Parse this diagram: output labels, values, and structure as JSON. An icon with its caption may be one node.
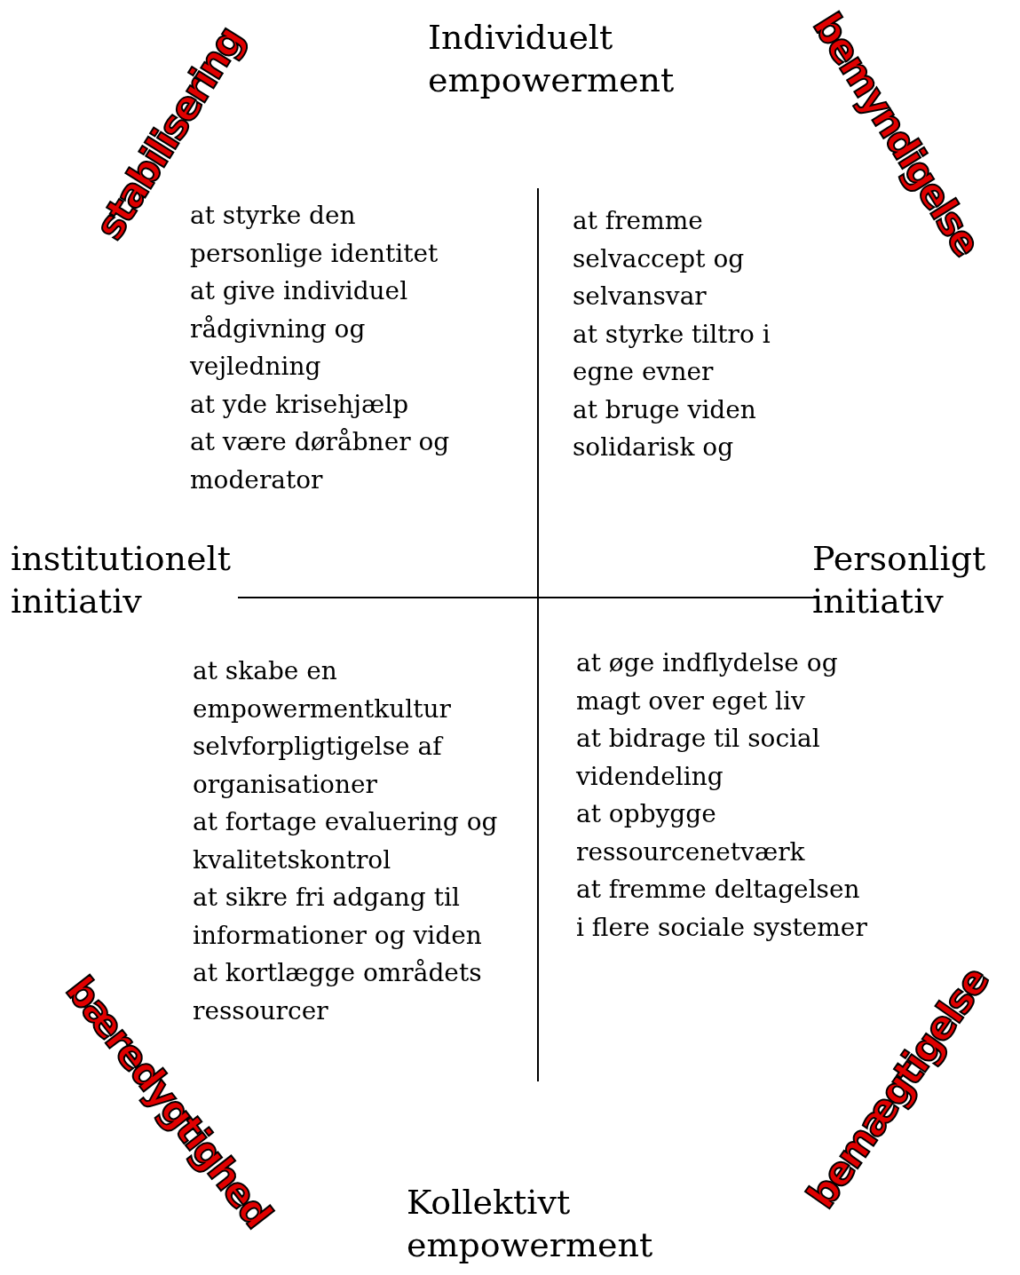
{
  "diagram": {
    "labels": [
      "stabilisering",
      "Individuelt empowerment",
      "bemyndigelse",
      "at styrke den personlige identitet",
      "at give individuel rådgivning og vejledning",
      "at yde krisehjælp",
      "at være døråbner og moderator",
      "at fremme selvaccept og selvansvar",
      "at styrke tiltro i egne evner",
      "at bruge viden solidarisk og",
      "institutionelt initiativ",
      "Personligt initiativ",
      "at skabe en empowermentkultur",
      "selvforpligtigelse af organisationer",
      "at fortage evaluering og kvalitetskontrol",
      "at sikre fri adgang til informationer og viden",
      "at kortlægge områdets ressourcer",
      "at øge indflydelse og magt over eget liv",
      "at bidrage til social videndeling",
      "at opbygge ressourcenetværk",
      "at fremme deltagelsen i flere sociale systemer",
      "bæredygtighed",
      "bemægtigelse",
      "Kollektivt empowerment"
    ]
  }
}
